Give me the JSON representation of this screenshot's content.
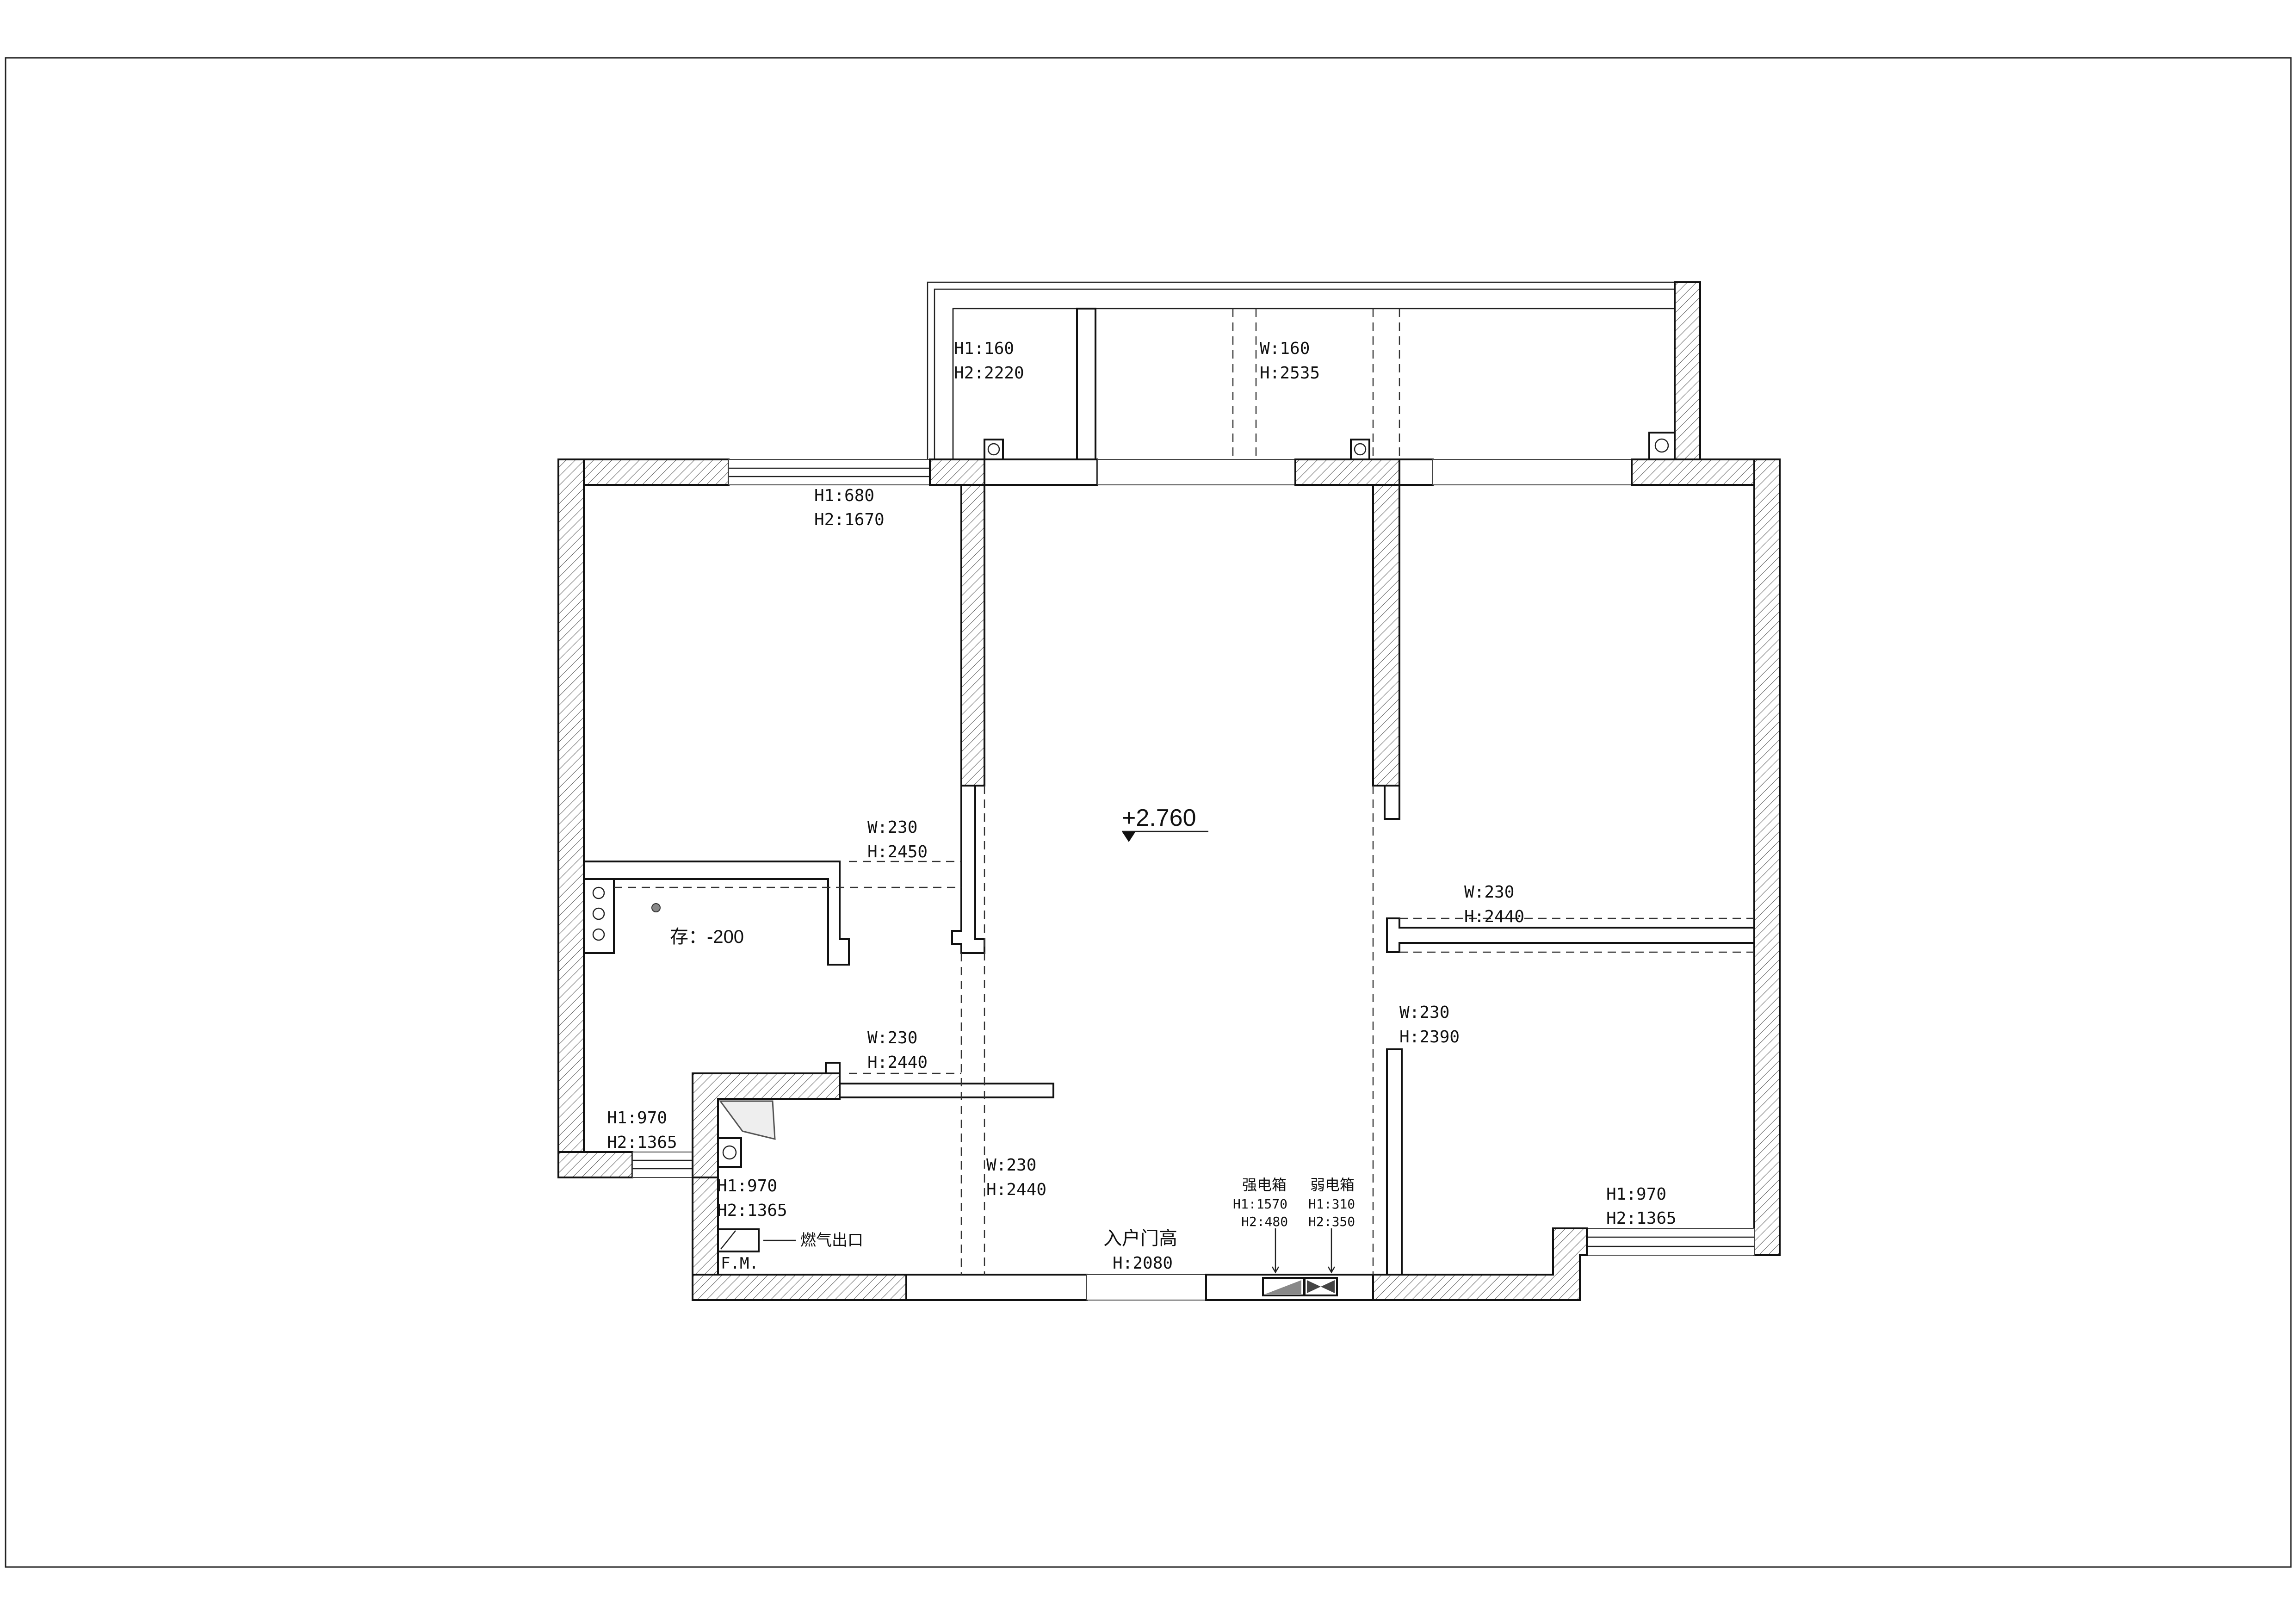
{
  "elevation": "+2.760",
  "labels": {
    "balcony_window": [
      "H1:160",
      "H2:2220"
    ],
    "balcony_opening": [
      "W:160",
      "H:2535"
    ],
    "top_window": [
      "H1:680",
      "H2:1670"
    ],
    "left_doorway": [
      "W:230",
      "H:2450"
    ],
    "storage": "存：-200",
    "kitchen_opening": [
      "W:230",
      "H:2440"
    ],
    "right_doorway_upper": [
      "W:230",
      "H:2440"
    ],
    "right_doorway_lower": [
      "W:230",
      "H:2390"
    ],
    "left_window_low": [
      "H1:970",
      "H2:1365"
    ],
    "kitchen_window": [
      "H1:970",
      "H2:1365"
    ],
    "gas_outlet": "燃气出口",
    "gas_meter": "F.M.",
    "mid_opening": [
      "W:230",
      "H:2440"
    ],
    "entry_door": [
      "入户门高",
      "H:2080"
    ],
    "strong_box": [
      "强电箱",
      "H1:1570",
      "H2:480"
    ],
    "weak_box": [
      "弱电箱",
      "H1:310",
      "H2:350"
    ],
    "right_window_low": [
      "H1:970",
      "H2:1365"
    ]
  }
}
